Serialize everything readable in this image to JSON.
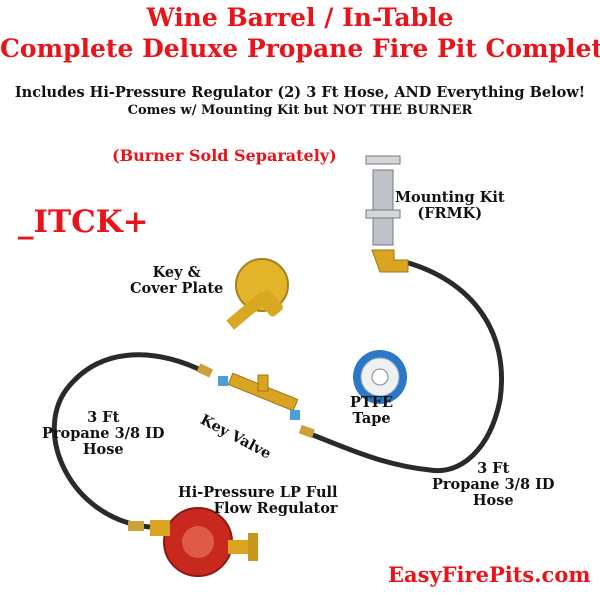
{
  "header": {
    "title_line1": "Wine Barrel / In-Table",
    "title_line2": "Complete Deluxe Propane Fire Pit Completer Kit",
    "subtitle_line1": "Includes Hi-Pressure Regulator (2) 3 Ft Hose, AND Everything Below!",
    "subtitle_line2": "Comes w/ Mounting Kit but NOT THE BURNER"
  },
  "notice": "(Burner Sold Separately)",
  "sku": "_ITCK+",
  "labels": {
    "mounting_kit": [
      "Mounting Kit",
      "(FRMK)"
    ],
    "key_cover": [
      "Key &",
      "Cover Plate"
    ],
    "ptfe": [
      "PTFE",
      "Tape"
    ],
    "key_valve": "Key Valve",
    "hose_left": [
      "3 Ft",
      "Propane 3/8 ID",
      "Hose"
    ],
    "hose_right": [
      "3 Ft",
      "Propane 3/8 ID",
      "Hose"
    ],
    "regulator": [
      "Hi-Pressure LP Full",
      "Flow Regulator"
    ]
  },
  "brand": "EasyFirePits.com",
  "colors": {
    "accent": "#e8141a",
    "text": "#111111"
  }
}
